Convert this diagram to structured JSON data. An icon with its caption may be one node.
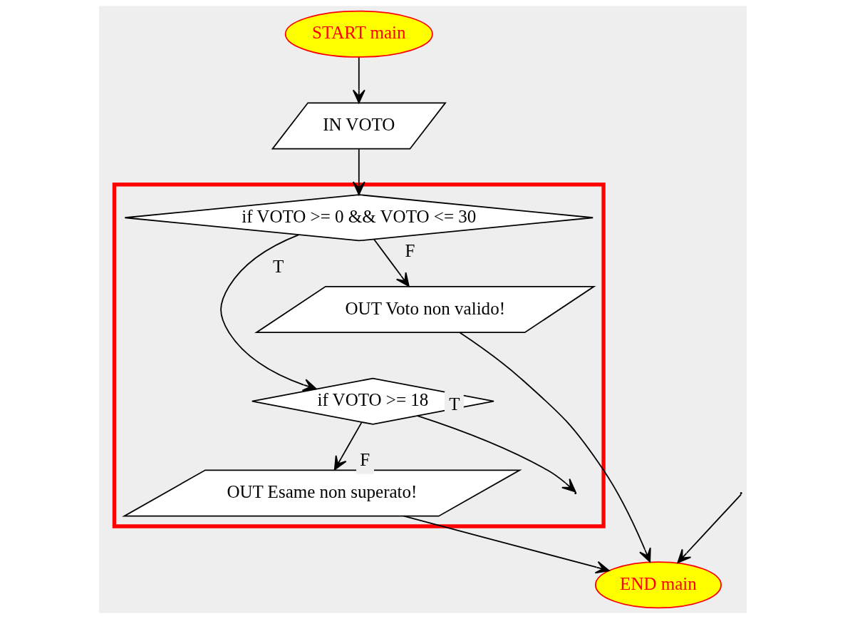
{
  "diagram": {
    "nodes": [
      {
        "text": [
          "START main"
        ]
      },
      {
        "text": [
          "IN VOTO"
        ]
      },
      {
        "text": [],
        "shape": "box"
      },
      {
        "text": [
          "if VOTO >= 0 && VOTO <= 30"
        ],
        "in": 2
      },
      {
        "text": [
          "OUT Voto non valido!"
        ],
        "in": 2
      },
      {
        "text": [
          "if VOTO >= 18"
        ],
        "in": 2
      },
      {
        "text": [
          "OUT Esame non superato!"
        ],
        "in": 2
      },
      {
        "text": [
          "END main"
        ]
      }
    ],
    "edges": [
      {
        "from": 0,
        "to": 1,
        "arrow": "to"
      },
      {
        "from": 1,
        "to": 3,
        "arrow": "to"
      },
      {
        "from": 3,
        "to": 4,
        "label": "F",
        "arrow": "to"
      },
      {
        "from": 3,
        "to": 5,
        "label": "T",
        "arrow": "to"
      },
      {
        "from": 5,
        "to": 6,
        "label": "F",
        "arrow": "to"
      },
      {
        "from": 5,
        "to": null,
        "label": "T",
        "arrow": "to"
      },
      {
        "from": 6,
        "to": 7,
        "arrow": "to"
      },
      {
        "from": null,
        "to": 7,
        "arrow": "to"
      },
      {
        "from": 4,
        "to": 7,
        "arrow": "to"
      }
    ]
  }
}
